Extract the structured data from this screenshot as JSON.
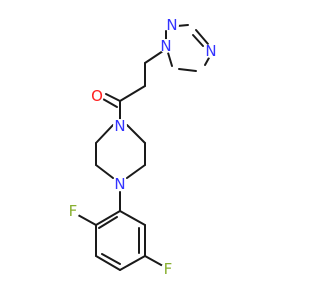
{
  "molecule": {
    "atoms": [
      {
        "id": "N1",
        "symbol": "N",
        "color": "#3333ff"
      },
      {
        "id": "N2",
        "symbol": "N",
        "color": "#3333ff"
      },
      {
        "id": "N3",
        "symbol": "N",
        "color": "#3333ff"
      },
      {
        "id": "N4",
        "symbol": "N",
        "color": "#3333ff"
      },
      {
        "id": "N5",
        "symbol": "N",
        "color": "#3333ff"
      },
      {
        "id": "O1",
        "symbol": "O",
        "color": "#ff2020"
      },
      {
        "id": "F1",
        "symbol": "F",
        "color": "#88b030"
      },
      {
        "id": "F2",
        "symbol": "F",
        "color": "#88b030"
      }
    ]
  }
}
